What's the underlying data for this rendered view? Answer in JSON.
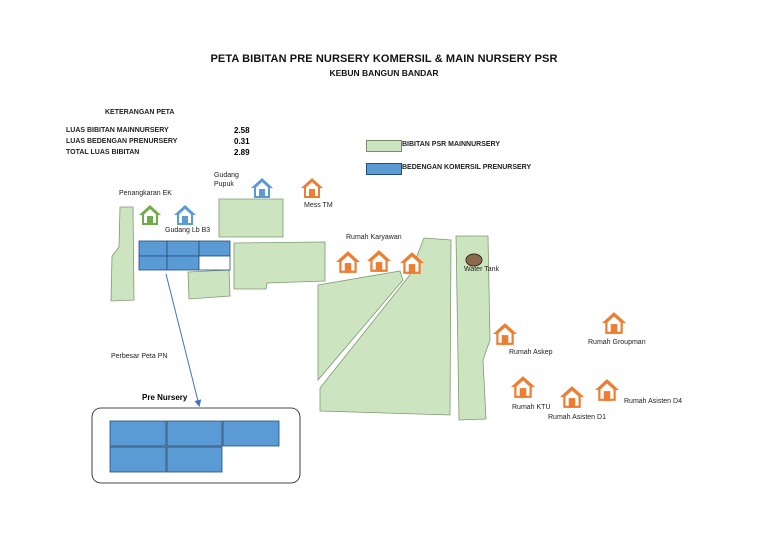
{
  "header": {
    "title": "PETA BIBITAN  PRE NURSERY KOMERSIL & MAIN NURSERY PSR",
    "subtitle": "KEBUN BANGUN BANDAR"
  },
  "keterangan": {
    "heading": "KETERANGAN PETA",
    "rows": [
      {
        "label": "LUAS BIBITAN MAINNURSERY",
        "value": "2.58"
      },
      {
        "label": "LUAS BEDENGAN PRENURSERY",
        "value": "0.31"
      },
      {
        "label": "TOTAL LUAS BIBITAN",
        "value": "2.89"
      }
    ]
  },
  "legend": {
    "items": [
      {
        "label": "BIBITAN PSR  MAINNURSERY",
        "color": "#cce5c0"
      },
      {
        "label": "BEDENGAN KOMERSIL PRENURSERY",
        "color": "#5b9bd5"
      }
    ]
  },
  "labels": {
    "penangkaran": "Penangkaran EK",
    "gudang_lb3": "Gudang Lb B3",
    "gudang_pupuk_1": "Gudang",
    "gudang_pupuk_2": "Pupuk",
    "mess_tm": "Mess TM",
    "rumah_karyawan": "Rumah Karyawan",
    "water_tank": "Water Tank",
    "rumah_askep": "Rumah Askep",
    "rumah_groupman": "Rumah Groupman",
    "rumah_ktu": "Rumah KTU",
    "rumah_asisten_d1": "Rumah Asisten D1",
    "rumah_asisten_d4": "Rumah Asisten D4",
    "perbesar": "Perbesar Peta PN",
    "pre_nursery": "Pre Nursery"
  },
  "colors": {
    "green": "#cce5c0",
    "green_border": "#7e9a72",
    "blue": "#5b9bd5",
    "blue_border": "#1f4e79",
    "house_orange": "#ed7d31",
    "house_blue": "#5b9bd5",
    "house_green": "#70ad47",
    "arrow": "#4472c4",
    "tank": "#8b6a4e"
  }
}
